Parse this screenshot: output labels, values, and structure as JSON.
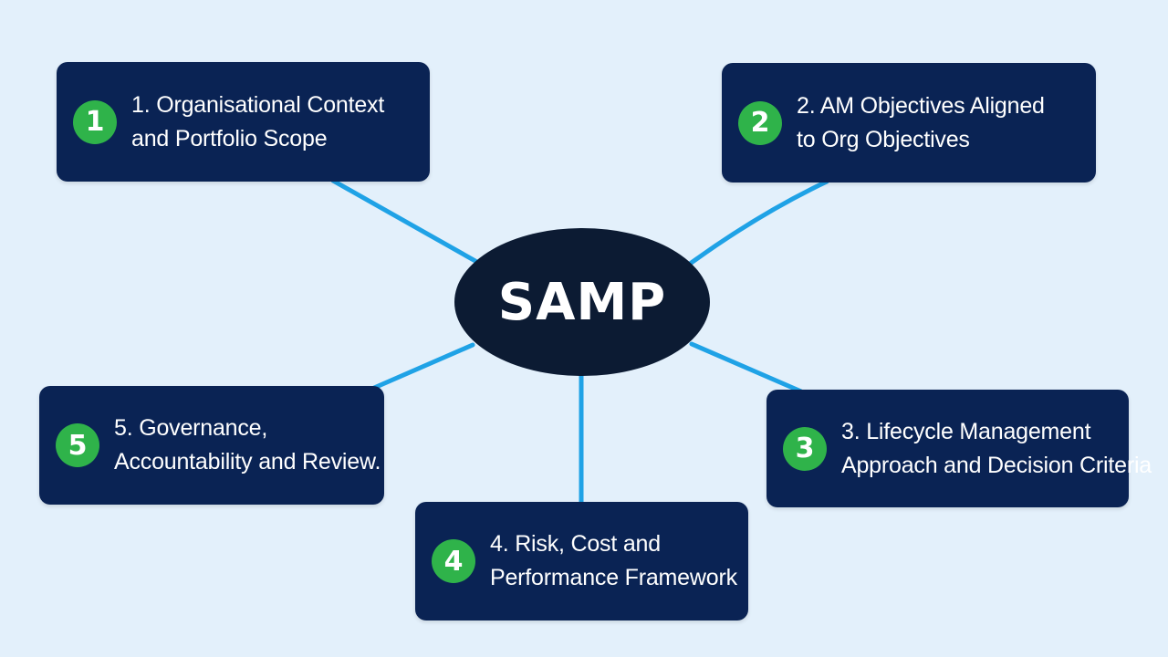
{
  "center": {
    "label": "SAMP"
  },
  "nodes": [
    {
      "id": 1,
      "badge": "1",
      "lines": [
        "1. Organisational Context",
        "and Portfolio Scope"
      ]
    },
    {
      "id": 2,
      "badge": "2",
      "lines": [
        "2. AM Objectives Aligned",
        "to Org Objectives"
      ]
    },
    {
      "id": 3,
      "badge": "3",
      "lines": [
        "3. Lifecycle Management",
        "Approach and Decision Criteria"
      ]
    },
    {
      "id": 4,
      "badge": "4",
      "lines": [
        "4. Risk, Cost and",
        "Performance Framework"
      ]
    },
    {
      "id": 5,
      "badge": "5",
      "lines": [
        "5. Governance,",
        "Accountability and Review."
      ]
    }
  ],
  "colors": {
    "background": "#e3f0fb",
    "card": "#0a2354",
    "center": "#0c1b33",
    "badge": "#2fb34a",
    "connector": "#1fa2e6",
    "text": "#ffffff"
  }
}
